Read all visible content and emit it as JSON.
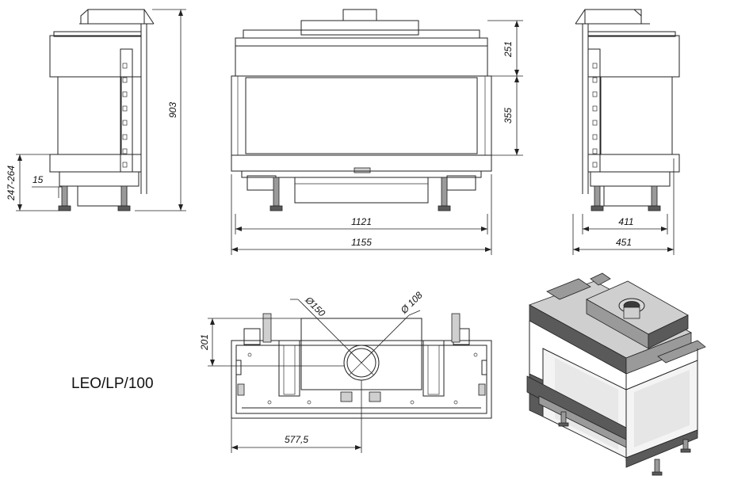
{
  "model_label": "LEO/LP/100",
  "dimensions": {
    "side_total_height": "903",
    "side_leg_range": "247-264",
    "side_leg_offset": "15",
    "front_top_section": "251",
    "front_glass_height": "355",
    "front_inner_width": "1121",
    "front_outer_width": "1155",
    "right_inner_depth": "411",
    "right_outer_depth": "451",
    "top_outlet_diameter": "Ø150",
    "top_inlet_diameter": "Ø 108",
    "top_depth_offset": "201",
    "top_center_offset": "577,5"
  },
  "colors": {
    "line": "#222222",
    "steel_dark": "#5a5a5a",
    "steel_mid": "#9a9a9a",
    "steel_light": "#cfcfcf"
  }
}
